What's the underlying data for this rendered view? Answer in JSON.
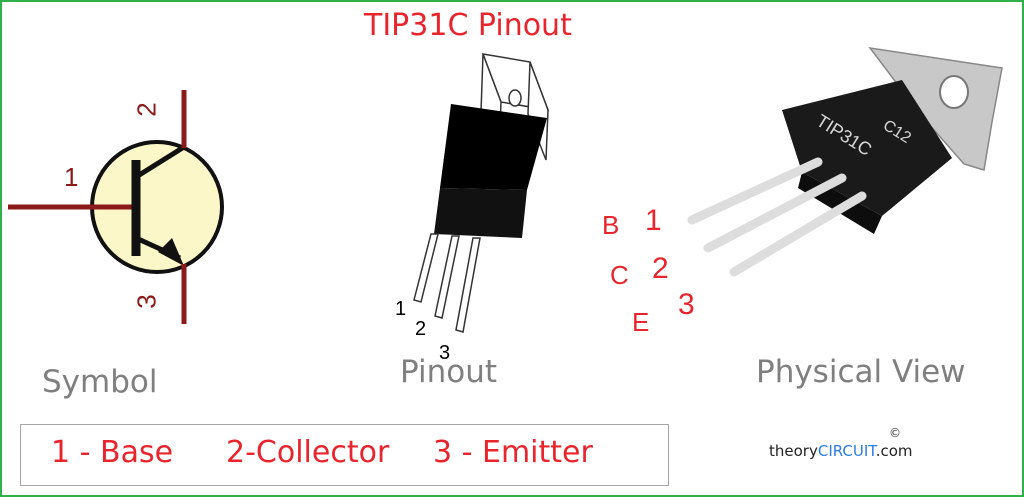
{
  "title": "TIP31C  Pinout",
  "captions": {
    "symbol": "Symbol",
    "pinout": "Pinout",
    "physical": "Physical View"
  },
  "symbol_pins": {
    "p1": "1",
    "p2": "2",
    "p3": "3"
  },
  "pinout_pins": {
    "p1": "1",
    "p2": "2",
    "p3": "3"
  },
  "physical": {
    "b": "B",
    "c": "C",
    "e": "E",
    "n1": "1",
    "n2": "2",
    "n3": "3",
    "marking": "TIP31C",
    "code": "C12"
  },
  "legend": {
    "base": "1 - Base",
    "collector": "2-Collector",
    "emitter": "3 - Emitter"
  },
  "brand": {
    "prefix": "theory",
    "accent": "CIRCUIT",
    "suffix": ".com",
    "copyright": "©"
  },
  "colors": {
    "title": "#e8242c",
    "lead": "#8b1a1a",
    "symbol_fill": "#fbf7c8",
    "frame": "#2fb04a"
  }
}
